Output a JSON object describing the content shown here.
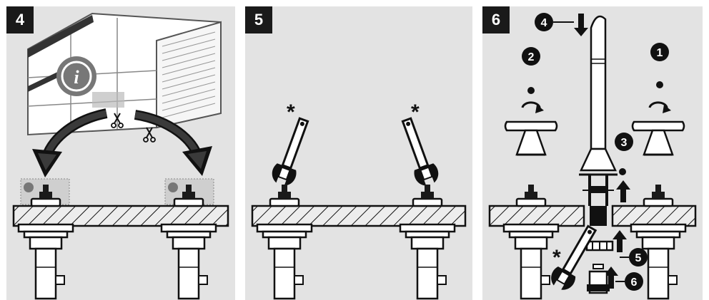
{
  "panels": [
    {
      "step": "4"
    },
    {
      "step": "5"
    },
    {
      "step": "6"
    }
  ],
  "panel6": {
    "callouts": [
      "1",
      "2",
      "3",
      "4",
      "5",
      "6"
    ]
  },
  "symbols": {
    "asterisk": "*",
    "info_letter": "i"
  },
  "colors": {
    "panel_bg": "#e3e3e3",
    "badge_bg": "#1a1a1a",
    "ink": "#111111",
    "info_gray": "#777777"
  },
  "icons": [
    "info-icon",
    "scissors-icon",
    "wrench-icon",
    "rotate-icon",
    "arrow-down-icon",
    "arrow-up-icon"
  ]
}
